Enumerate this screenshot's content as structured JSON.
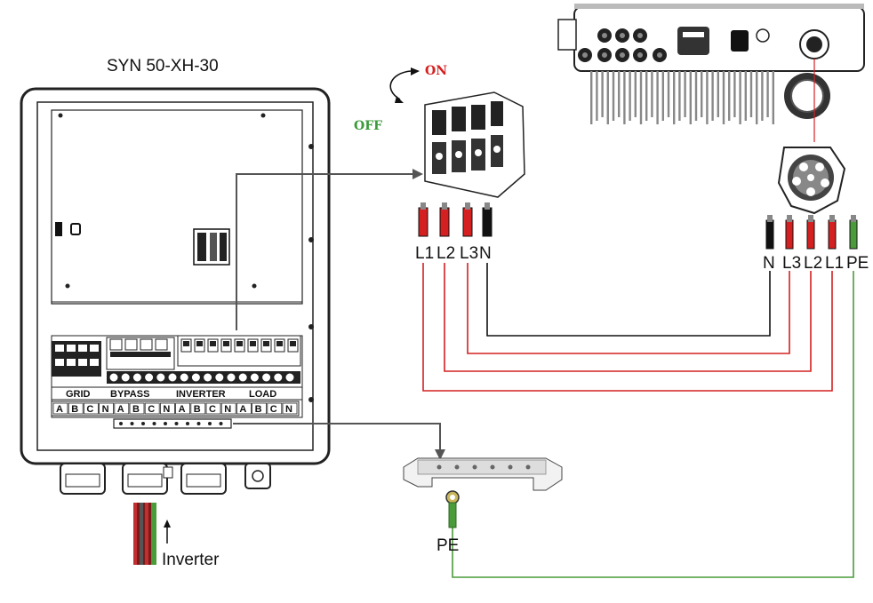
{
  "title": "SYN 50-XH-30",
  "breaker": {
    "on_label": "ON",
    "off_label": "OFF"
  },
  "terminal_groups": [
    "GRID",
    "BYPASS",
    "INVERTER",
    "LOAD"
  ],
  "terminal_letters": [
    "A",
    "B",
    "C",
    "N",
    "A",
    "B",
    "C",
    "N",
    "A",
    "B",
    "C",
    "N",
    "A",
    "B",
    "C",
    "N"
  ],
  "breaker_wire_labels": [
    "L1",
    "L2",
    "L3",
    "N"
  ],
  "inverter_wire_labels": [
    "N",
    "L3",
    "L2",
    "L1",
    "PE"
  ],
  "pe_label": "PE",
  "inverter_cable_label": "Inverter",
  "colors": {
    "live": "#d42020",
    "neutral": "#111111",
    "pe": "#4a9b3a",
    "on": "#d42020",
    "off": "#3a9a3a"
  }
}
